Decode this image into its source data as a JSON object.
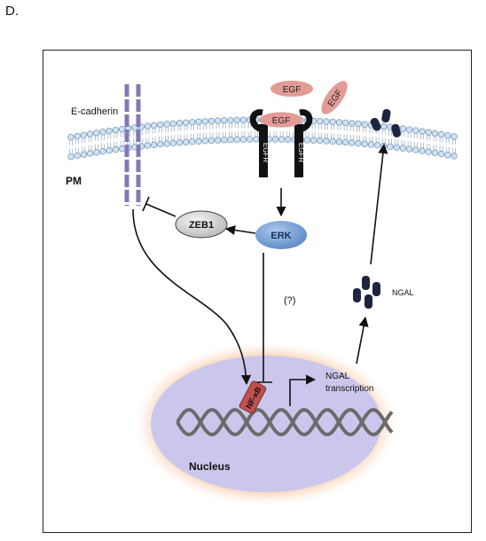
{
  "panel_label": "D.",
  "labels": {
    "ecadherin": "E-cadherin",
    "pm": "PM",
    "egf": "EGF",
    "egfr": "EGFR",
    "zeb1": "ZEB1",
    "erk": "ERK",
    "question": "(?)",
    "ngal": "NGAL",
    "ngal_transcription_line1": "NGAL",
    "ngal_transcription_line2": "transcription",
    "nfkb": "NF-κB",
    "nucleus": "Nucleus"
  },
  "colors": {
    "membrane_head": "#cfe2f3",
    "membrane_head_stroke": "#6f8fb0",
    "ecadherin": "#8478b8",
    "egf": "#e39b95",
    "egfr": "#111111",
    "zeb1": "#d9d9d9",
    "erk": "#7aa6d8",
    "ngal": "#1d2440",
    "nucleus": "#cbc7ec",
    "nucleus_glow": "#f6b98d",
    "nfkb": "#c0504d",
    "dna": "#6b6b6b"
  }
}
